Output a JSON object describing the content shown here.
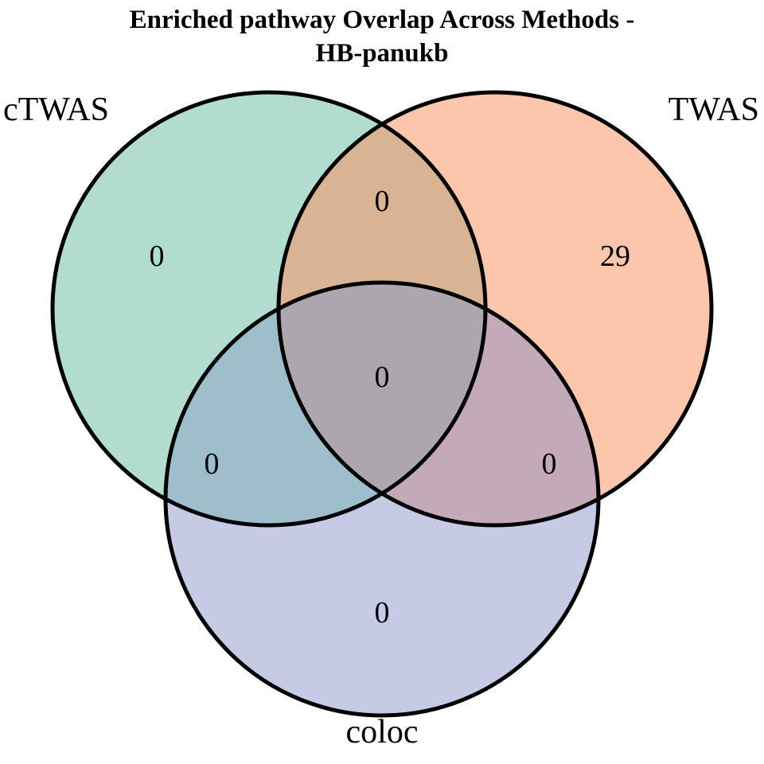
{
  "chart_data": {
    "type": "venn",
    "title": "Enriched pathway Overlap Across Methods - HB-panukb",
    "title_lines": [
      "Enriched pathway Overlap Across Methods -",
      "HB-panukb"
    ],
    "sets": [
      {
        "id": "ctwas",
        "label": "cTWAS",
        "fill": "#b2dcd0"
      },
      {
        "id": "twas",
        "label": "TWAS",
        "fill": "#fbc6ab"
      },
      {
        "id": "coloc",
        "label": "coloc",
        "fill": "#c5cbe4"
      }
    ],
    "regions": [
      {
        "id": "ctwas-only",
        "sets": [
          "cTWAS"
        ],
        "value": "0",
        "fill": "#b2dcd0"
      },
      {
        "id": "twas-only",
        "sets": [
          "TWAS"
        ],
        "value": "29",
        "fill": "#fbc6ab"
      },
      {
        "id": "coloc-only",
        "sets": [
          "coloc"
        ],
        "value": "0",
        "fill": "#c5cbe4"
      },
      {
        "id": "ctwas-twas",
        "sets": [
          "cTWAS",
          "TWAS"
        ],
        "value": "0",
        "fill": "#d9b494"
      },
      {
        "id": "ctwas-coloc",
        "sets": [
          "cTWAS",
          "coloc"
        ],
        "value": "0",
        "fill": "#9fbecc"
      },
      {
        "id": "twas-coloc",
        "sets": [
          "TWAS",
          "coloc"
        ],
        "value": "0",
        "fill": "#c4aab8"
      },
      {
        "id": "ctwas-twas-coloc",
        "sets": [
          "cTWAS",
          "TWAS",
          "coloc"
        ],
        "value": "0",
        "fill": "#aea6ae"
      }
    ],
    "stroke_color": "#000000",
    "background": "#ffffff",
    "legend": "none",
    "grid": false
  },
  "title": {
    "line1": "Enriched pathway Overlap Across Methods -",
    "line2": "HB-panukb"
  },
  "labels": {
    "ctwas": "cTWAS",
    "twas": "TWAS",
    "coloc": "coloc"
  },
  "counts": {
    "ctwas_only": "0",
    "twas_only": "29",
    "coloc_only": "0",
    "ctwas_twas": "0",
    "ctwas_coloc": "0",
    "twas_coloc": "0",
    "all_three": "0"
  }
}
